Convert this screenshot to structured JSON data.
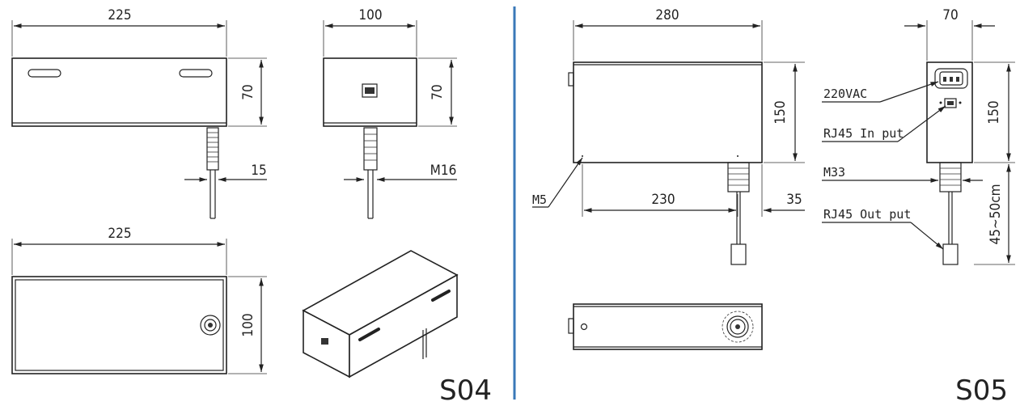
{
  "s04": {
    "label": "S04",
    "front": {
      "width": "225",
      "height": "70",
      "cable_offset": "15"
    },
    "side": {
      "width": "100",
      "height": "70",
      "thread": "M16"
    },
    "top": {
      "width": "225",
      "depth": "100"
    }
  },
  "s05": {
    "label": "S05",
    "front": {
      "width": "280",
      "height": "150",
      "hole_spacing": "230",
      "connector_offset": "35",
      "screw": "M5"
    },
    "side": {
      "width": "70",
      "height": "150",
      "power_label": "220VAC",
      "rj45_in_label": "RJ45 In put",
      "thread_label": "M33",
      "rj45_out_label": "RJ45 Out put",
      "cable_length": "45~50cm"
    }
  },
  "divider_color": "#3a78b8"
}
